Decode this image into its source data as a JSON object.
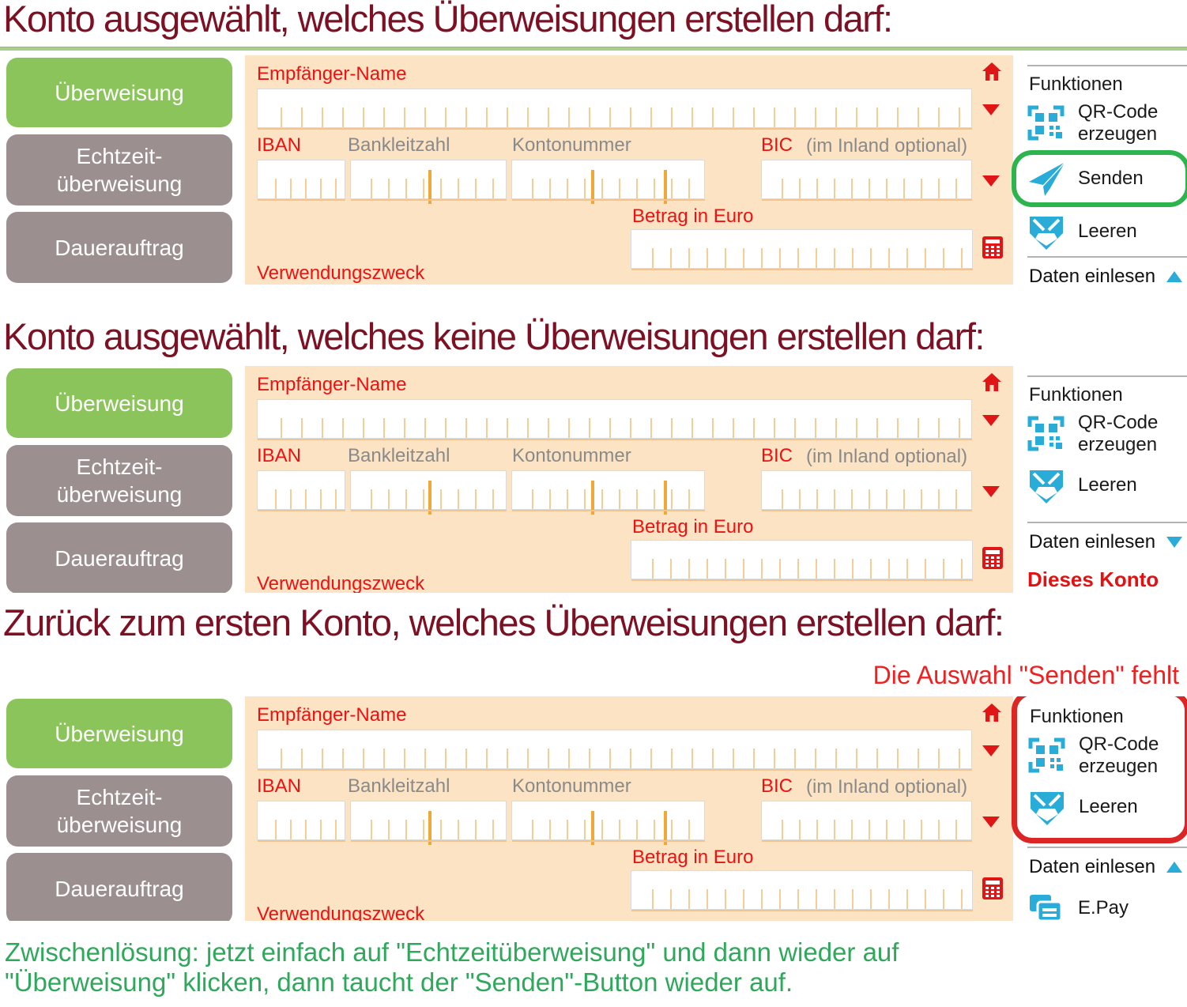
{
  "colors": {
    "heading": "#7D1022",
    "label_red": "#EE1111",
    "label_gray": "#8A8A8A",
    "form_background": "#FBE3C3",
    "active_tab_green": "#8CC45C",
    "inactive_tab_gray": "#9B8F90",
    "icon_cyan": "#29ACD8",
    "icon_red": "#E01616",
    "highlight_green": "#2DB44E",
    "highlight_red": "#DC2626",
    "note_red": "#F02020",
    "footer_green": "#2FA85C"
  },
  "sidebar": {
    "items": [
      {
        "label": "Überweisung",
        "active": true
      },
      {
        "label": "Echtzeit-\nüberweisung",
        "active": false
      },
      {
        "label": "Dauerauftrag",
        "active": false
      }
    ]
  },
  "form": {
    "empfaenger": "Empfänger-Name",
    "iban": "IBAN",
    "bankleitzahl": "Bankleitzahl",
    "kontonummer": "Kontonummer",
    "bic": "BIC",
    "bic_hint": "(im Inland optional)",
    "betrag": "Betrag in Euro",
    "zweck": "Verwendungszweck"
  },
  "sections": [
    {
      "heading": "Konto ausgewählt, welches Überweisungen erstellen darf:",
      "functions": {
        "title": "Funktionen",
        "qr_label": "QR-Code erzeugen",
        "senden_label": "Senden",
        "leeren_label": "Leeren",
        "daten_label": "Daten einlesen",
        "daten_arrow": "up"
      }
    },
    {
      "heading": "Konto ausgewählt, welches keine Überweisungen erstellen darf:",
      "functions": {
        "title": "Funktionen",
        "qr_label": "QR-Code erzeugen",
        "leeren_label": "Leeren",
        "daten_label": "Daten einlesen",
        "daten_arrow": "down",
        "warning": "Dieses Konto unterstützt diese"
      }
    },
    {
      "heading": "Zurück zum ersten Konto, welches Überweisungen erstellen darf:",
      "note": "Die Auswahl \"Senden\" fehlt",
      "functions": {
        "title": "Funktionen",
        "qr_label": "QR-Code erzeugen",
        "leeren_label": "Leeren",
        "daten_label": "Daten einlesen",
        "daten_arrow": "up",
        "epay_label": "E.Pay"
      }
    }
  ],
  "footer": {
    "line1": "Zwischenlösung: jetzt einfach auf \"Echtzeitüberweisung\" und dann wieder auf",
    "line2": "\"Überweisung\" klicken, dann taucht der \"Senden\"-Button wieder auf."
  }
}
